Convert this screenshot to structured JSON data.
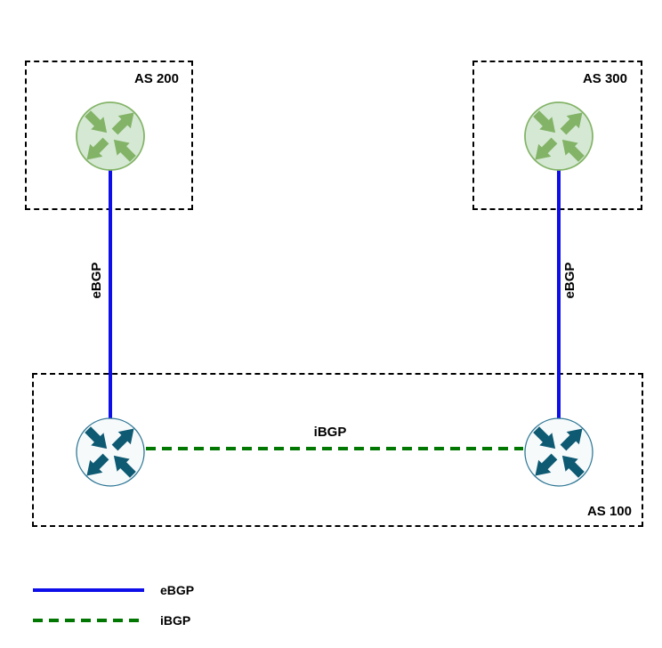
{
  "diagram": {
    "boxes": {
      "as200": {
        "label": "AS 200"
      },
      "as300": {
        "label": "AS 300"
      },
      "as100": {
        "label": "AS 100"
      }
    },
    "routers": [
      {
        "name": "as200-router",
        "palette": "green"
      },
      {
        "name": "as300-router",
        "palette": "green"
      },
      {
        "name": "as100-router-left",
        "palette": "teal"
      },
      {
        "name": "as100-router-right",
        "palette": "teal"
      }
    ],
    "links": {
      "ebgp_left": {
        "label": "eBGP",
        "style": "solid",
        "color": "#0E0EEA"
      },
      "ebgp_right": {
        "label": "eBGP",
        "style": "solid",
        "color": "#0E0EEA"
      },
      "ibgp": {
        "label": "iBGP",
        "style": "dashed",
        "color": "#007700"
      }
    }
  },
  "legend": {
    "items": [
      {
        "label": "eBGP",
        "line_style": "solid",
        "color": "#0E0EEA"
      },
      {
        "label": "iBGP",
        "line_style": "dashed",
        "color": "#007700"
      }
    ]
  },
  "colors": {
    "ebgp_line": "#0E0EEA",
    "ibgp_line": "#007700",
    "router_green_fill": "#D5E8D4",
    "router_green_stroke": "#82B366",
    "router_teal_fill": "#F7FAFB",
    "router_teal_stroke": "#2D7694",
    "router_teal_arrows": "#0E5A73",
    "box_border": "#000000",
    "label_text": "#000000",
    "background": "#FFFFFF"
  }
}
